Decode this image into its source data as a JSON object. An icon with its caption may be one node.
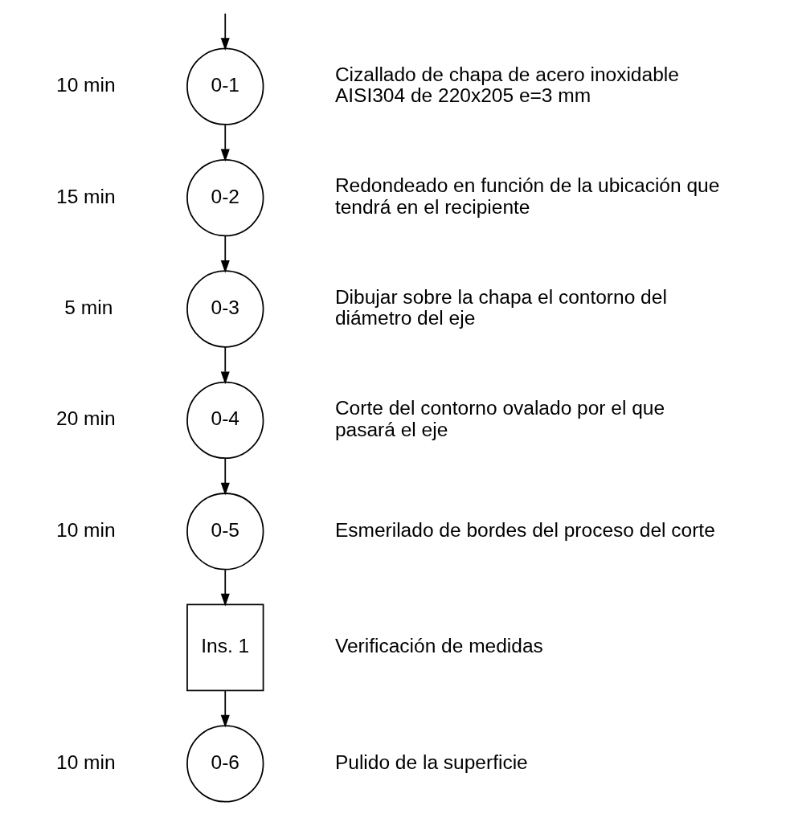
{
  "diagram": {
    "nodes": [
      {
        "text": [
          "0-1"
        ],
        "beside": [
          "10 min",
          "Cizallado de chapa de acero inoxidable AISI304 de 220x205 e=3 mm"
        ]
      },
      {
        "text": [
          "0-2"
        ],
        "beside": [
          "15 min",
          "Redondeado en función de la ubicación que tendrá en el recipiente"
        ]
      },
      {
        "text": [
          "0-3"
        ],
        "beside": [
          "5 min",
          "Dibujar sobre la chapa el contorno del diámetro del eje"
        ]
      },
      {
        "text": [
          "0-4"
        ],
        "beside": [
          "20 min",
          "Corte del contorno ovalado por el que pasará el eje"
        ]
      },
      {
        "text": [
          "0-5"
        ],
        "beside": [
          "10 min",
          "Esmerilado de bordes del proceso del corte"
        ]
      },
      {
        "text": [
          "Ins. 1"
        ],
        "beside": [
          "Verificación de medidas"
        ]
      },
      {
        "text": [
          "0-6"
        ],
        "beside": [
          "10 min",
          "Pulido de la superficie"
        ]
      }
    ],
    "edges": [
      {
        "from": null,
        "to": 0,
        "arrow": "to"
      },
      {
        "from": 0,
        "to": 1,
        "arrow": "to"
      },
      {
        "from": 1,
        "to": 2,
        "arrow": "to"
      },
      {
        "from": 2,
        "to": 3,
        "arrow": "to"
      },
      {
        "from": 3,
        "to": 4,
        "arrow": "to"
      },
      {
        "from": 4,
        "to": 5,
        "arrow": "to"
      },
      {
        "from": 5,
        "to": 6,
        "arrow": "to"
      }
    ]
  }
}
